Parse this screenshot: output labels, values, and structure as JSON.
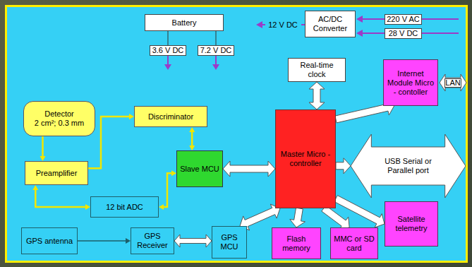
{
  "diagram": {
    "nodes": [
      {
        "text": [
          "Battery"
        ]
      },
      {
        "text": [
          "AC/DC Converter"
        ]
      },
      {
        "text": [
          "Real-time clock"
        ]
      },
      {
        "text": [
          "Internet Module Micro - contoller"
        ]
      },
      {
        "text": [
          "Detector",
          "2 cm²; 0.3 mm"
        ]
      },
      {
        "text": [
          "Discriminator"
        ]
      },
      {
        "text": [
          "Preamplifier"
        ]
      },
      {
        "text": [
          "Slave MCU"
        ]
      },
      {
        "text": [
          "Master Micro - controller"
        ]
      },
      {
        "text": [
          "12 bit ADC"
        ]
      },
      {
        "text": [
          "USB Serial or Parallel port"
        ]
      },
      {
        "text": [
          "Satellite telemetry"
        ]
      },
      {
        "text": [
          "GPS antenna"
        ]
      },
      {
        "text": [
          "GPS Receiver"
        ]
      },
      {
        "text": [
          "GPS MCU"
        ]
      },
      {
        "text": [
          "Flash memory"
        ]
      },
      {
        "text": [
          "MMC or SD card"
        ]
      }
    ],
    "edges": [
      {
        "from": 4,
        "to": 6,
        "arrow": "to"
      },
      {
        "from": 6,
        "to": 5,
        "arrow": "to"
      },
      {
        "from": 5,
        "to": 7,
        "arrow": "both"
      },
      {
        "from": 6,
        "to": 9,
        "arrow": "both"
      },
      {
        "from": 9,
        "to": 7,
        "arrow": "both"
      },
      {
        "from": 7,
        "to": 8,
        "arrow": "both"
      },
      {
        "from": 2,
        "to": 8,
        "arrow": "both"
      },
      {
        "from": 8,
        "to": 3,
        "arrow": "to"
      },
      {
        "from": 8,
        "to": 10,
        "arrow": "to"
      },
      {
        "from": 8,
        "to": 11,
        "arrow": "to"
      },
      {
        "from": 8,
        "to": 15,
        "arrow": "to"
      },
      {
        "from": 8,
        "to": 16,
        "arrow": "to"
      },
      {
        "from": 8,
        "to": 14,
        "arrow": "both"
      },
      {
        "from": 12,
        "to": 13,
        "arrow": "to"
      },
      {
        "from": 13,
        "to": 14,
        "arrow": "both"
      }
    ],
    "labels": [
      "3.6 V DC",
      "7.2 V DC",
      "12 V DC",
      "220 V AC",
      "28 V DC",
      "LAN"
    ]
  }
}
